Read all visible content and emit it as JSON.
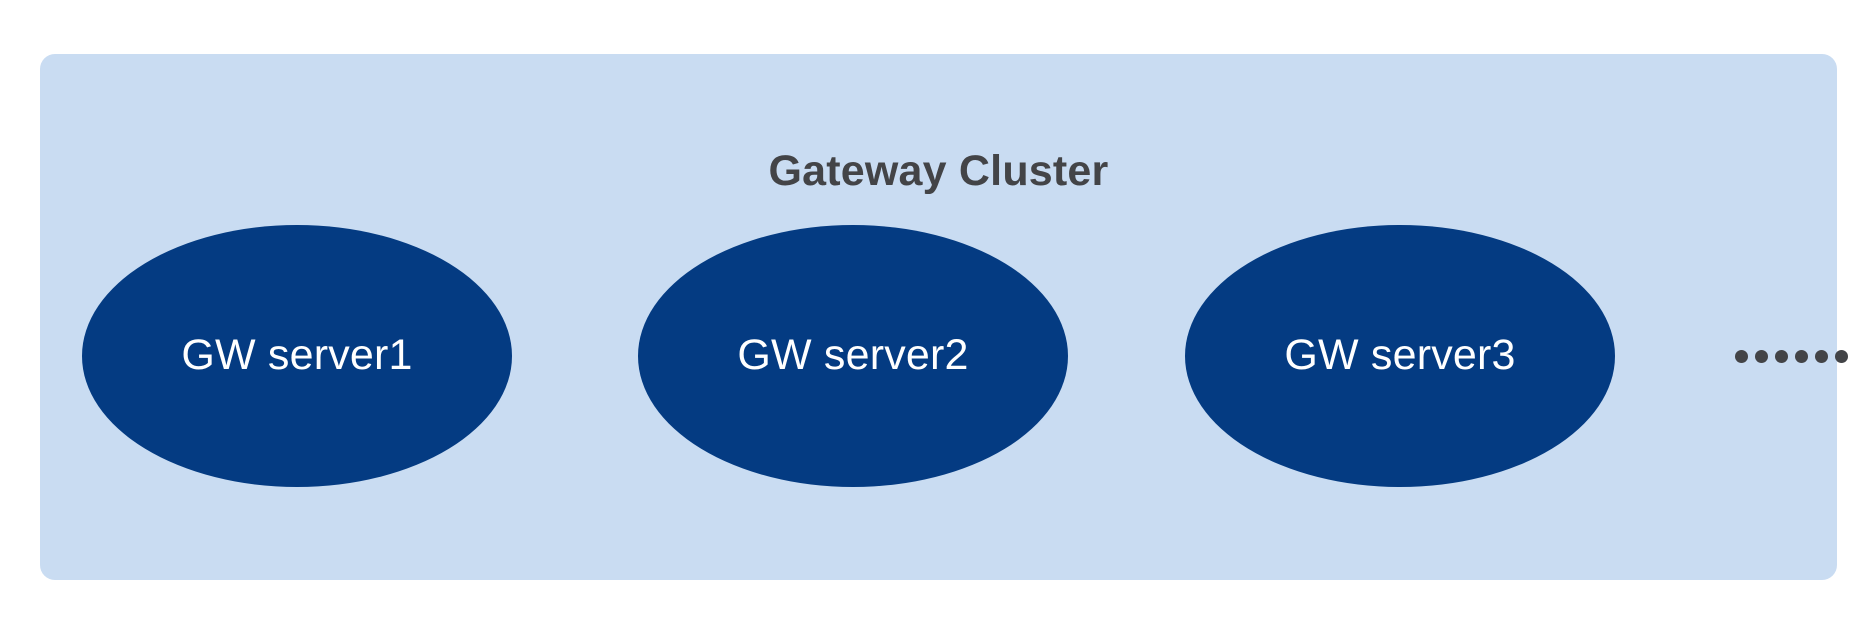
{
  "diagram": {
    "title": "Gateway Cluster",
    "panel": {
      "fill_color": "#C9DCF2",
      "corner_radius": "15px"
    },
    "title_color": "#434447",
    "node_fill_color": "#043B82",
    "node_label_color": "#FFFFFF",
    "nodes": [
      {
        "label": "GW server1"
      },
      {
        "label": "GW server2"
      },
      {
        "label": "GW server3"
      }
    ],
    "more_indicator": {
      "kind": "ellipsis-dots",
      "dot_count": 6,
      "dot_color": "#434447",
      "text": "……"
    }
  }
}
